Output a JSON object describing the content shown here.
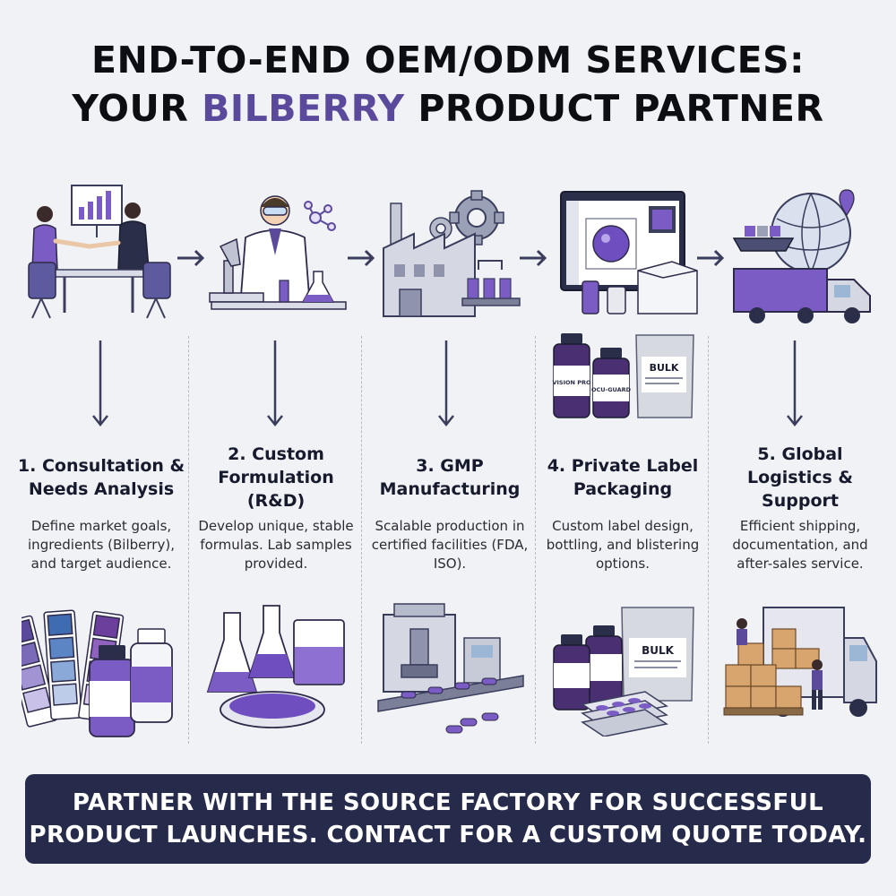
{
  "title": {
    "line1": "END-TO-END OEM/ODM SERVICES:",
    "line2_prefix": "YOUR",
    "line2_accent": "BILBERRY",
    "line2_suffix": "PRODUCT PARTNER"
  },
  "steps": [
    {
      "title": "1. Consultation & Needs Analysis",
      "description": "Define market goals, ingredients (Bilberry), and target audience.",
      "top_icon": "business-meeting-icon",
      "bottom_icon": "color-swatches-and-bottles-icon"
    },
    {
      "title": "2. Custom Formulation (R&D)",
      "description": "Develop unique, stable formulas. Lab samples provided.",
      "top_icon": "lab-scientist-icon",
      "bottom_icon": "lab-glassware-icon"
    },
    {
      "title": "3. GMP Manufacturing",
      "description": "Scalable production in certified facilities (FDA, ISO).",
      "top_icon": "factory-gears-icon",
      "bottom_icon": "capsule-machine-icon"
    },
    {
      "title": "4. Private Label Packaging",
      "description": "Custom label design, bottling, and blistering options.",
      "top_icon": "label-design-screen-icon",
      "bottom_icon": "packaged-products-icon"
    },
    {
      "title": "5. Global Logistics & Support",
      "description": "Efficient shipping, documentation, and after-sales service.",
      "top_icon": "global-shipping-icon",
      "bottom_icon": "delivery-truck-icon"
    }
  ],
  "product_labels": {
    "bottle_a": "VISION PRO",
    "bottle_b": "OCU-GUARD",
    "bag": "BULK"
  },
  "banner": {
    "line1": "PARTNER WITH THE SOURCE FACTORY FOR SUCCESSFUL",
    "line2": "PRODUCT LAUNCHES. CONTACT FOR A CUSTOM QUOTE TODAY."
  },
  "colors": {
    "accent": "#5b4a9c",
    "purple": "#7b5cc4",
    "navy": "#262a4b",
    "background": "#f1f2f6"
  }
}
